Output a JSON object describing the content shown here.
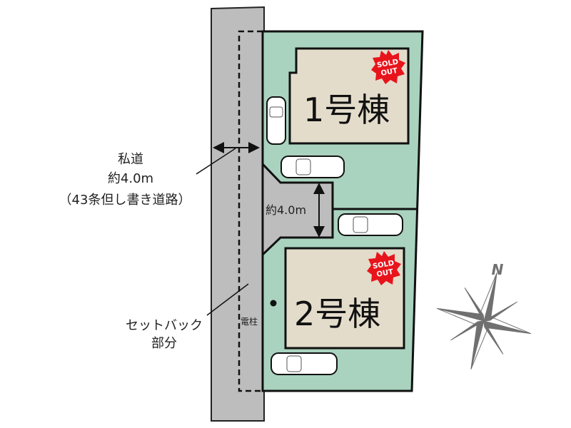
{
  "road_label": {
    "line1": "私道",
    "line2": "約4.0m",
    "line3": "（43条但し書き道路）"
  },
  "setback_label": {
    "line1": "セットバック",
    "line2": "部分"
  },
  "driveway_width": "約4.0m",
  "utility_pole": "電柱",
  "buildings": [
    {
      "label": "1号棟",
      "badge_line1": "SOLD",
      "badge_line2": "OUT"
    },
    {
      "label": "2号棟",
      "badge_line1": "SOLD",
      "badge_line2": "OUT"
    }
  ],
  "compass": {
    "north": "N"
  },
  "colors": {
    "lot": "#a9d3bf",
    "road": "#bdbdbd",
    "building": "#e4dccb",
    "sold": "#e8141c",
    "compass": "#707070"
  }
}
